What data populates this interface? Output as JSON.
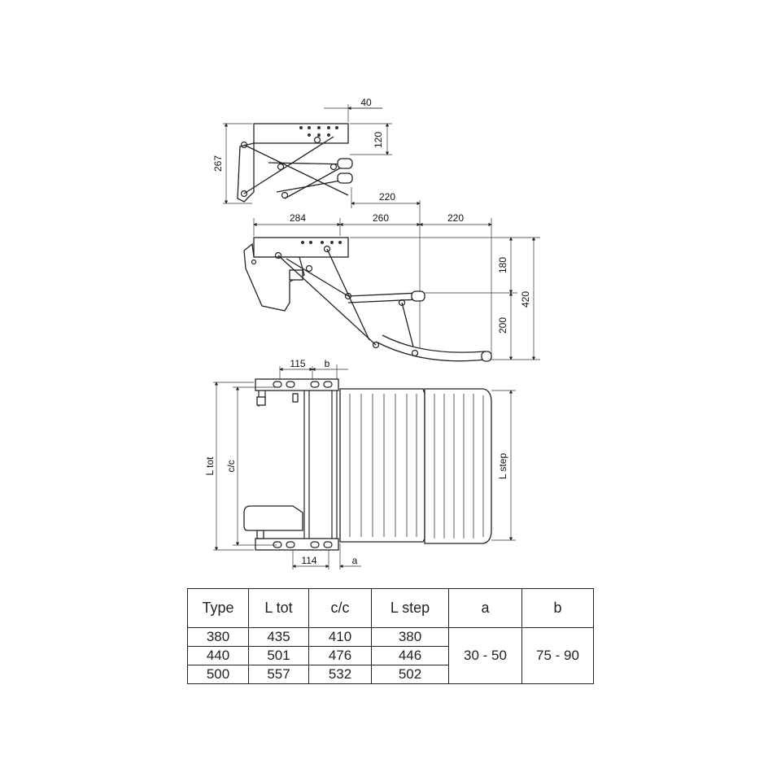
{
  "dimensions": {
    "d40": "40",
    "d120": "120",
    "d267": "267",
    "d220_top": "220",
    "d284": "284",
    "d260": "260",
    "d220": "220",
    "d180": "180",
    "d200": "200",
    "d420": "420",
    "d115": "115",
    "b": "b",
    "d114": "114",
    "a": "a",
    "l_tot": "L tot",
    "cc": "c/c",
    "l_step": "L step"
  },
  "table": {
    "headers": [
      "Type",
      "L tot",
      "c/c",
      "L step",
      "a",
      "b"
    ],
    "rows": [
      [
        "380",
        "435",
        "410",
        "380"
      ],
      [
        "440",
        "501",
        "476",
        "446"
      ],
      [
        "500",
        "557",
        "532",
        "502"
      ]
    ],
    "a_value": "30 - 50",
    "b_value": "75 - 90"
  }
}
